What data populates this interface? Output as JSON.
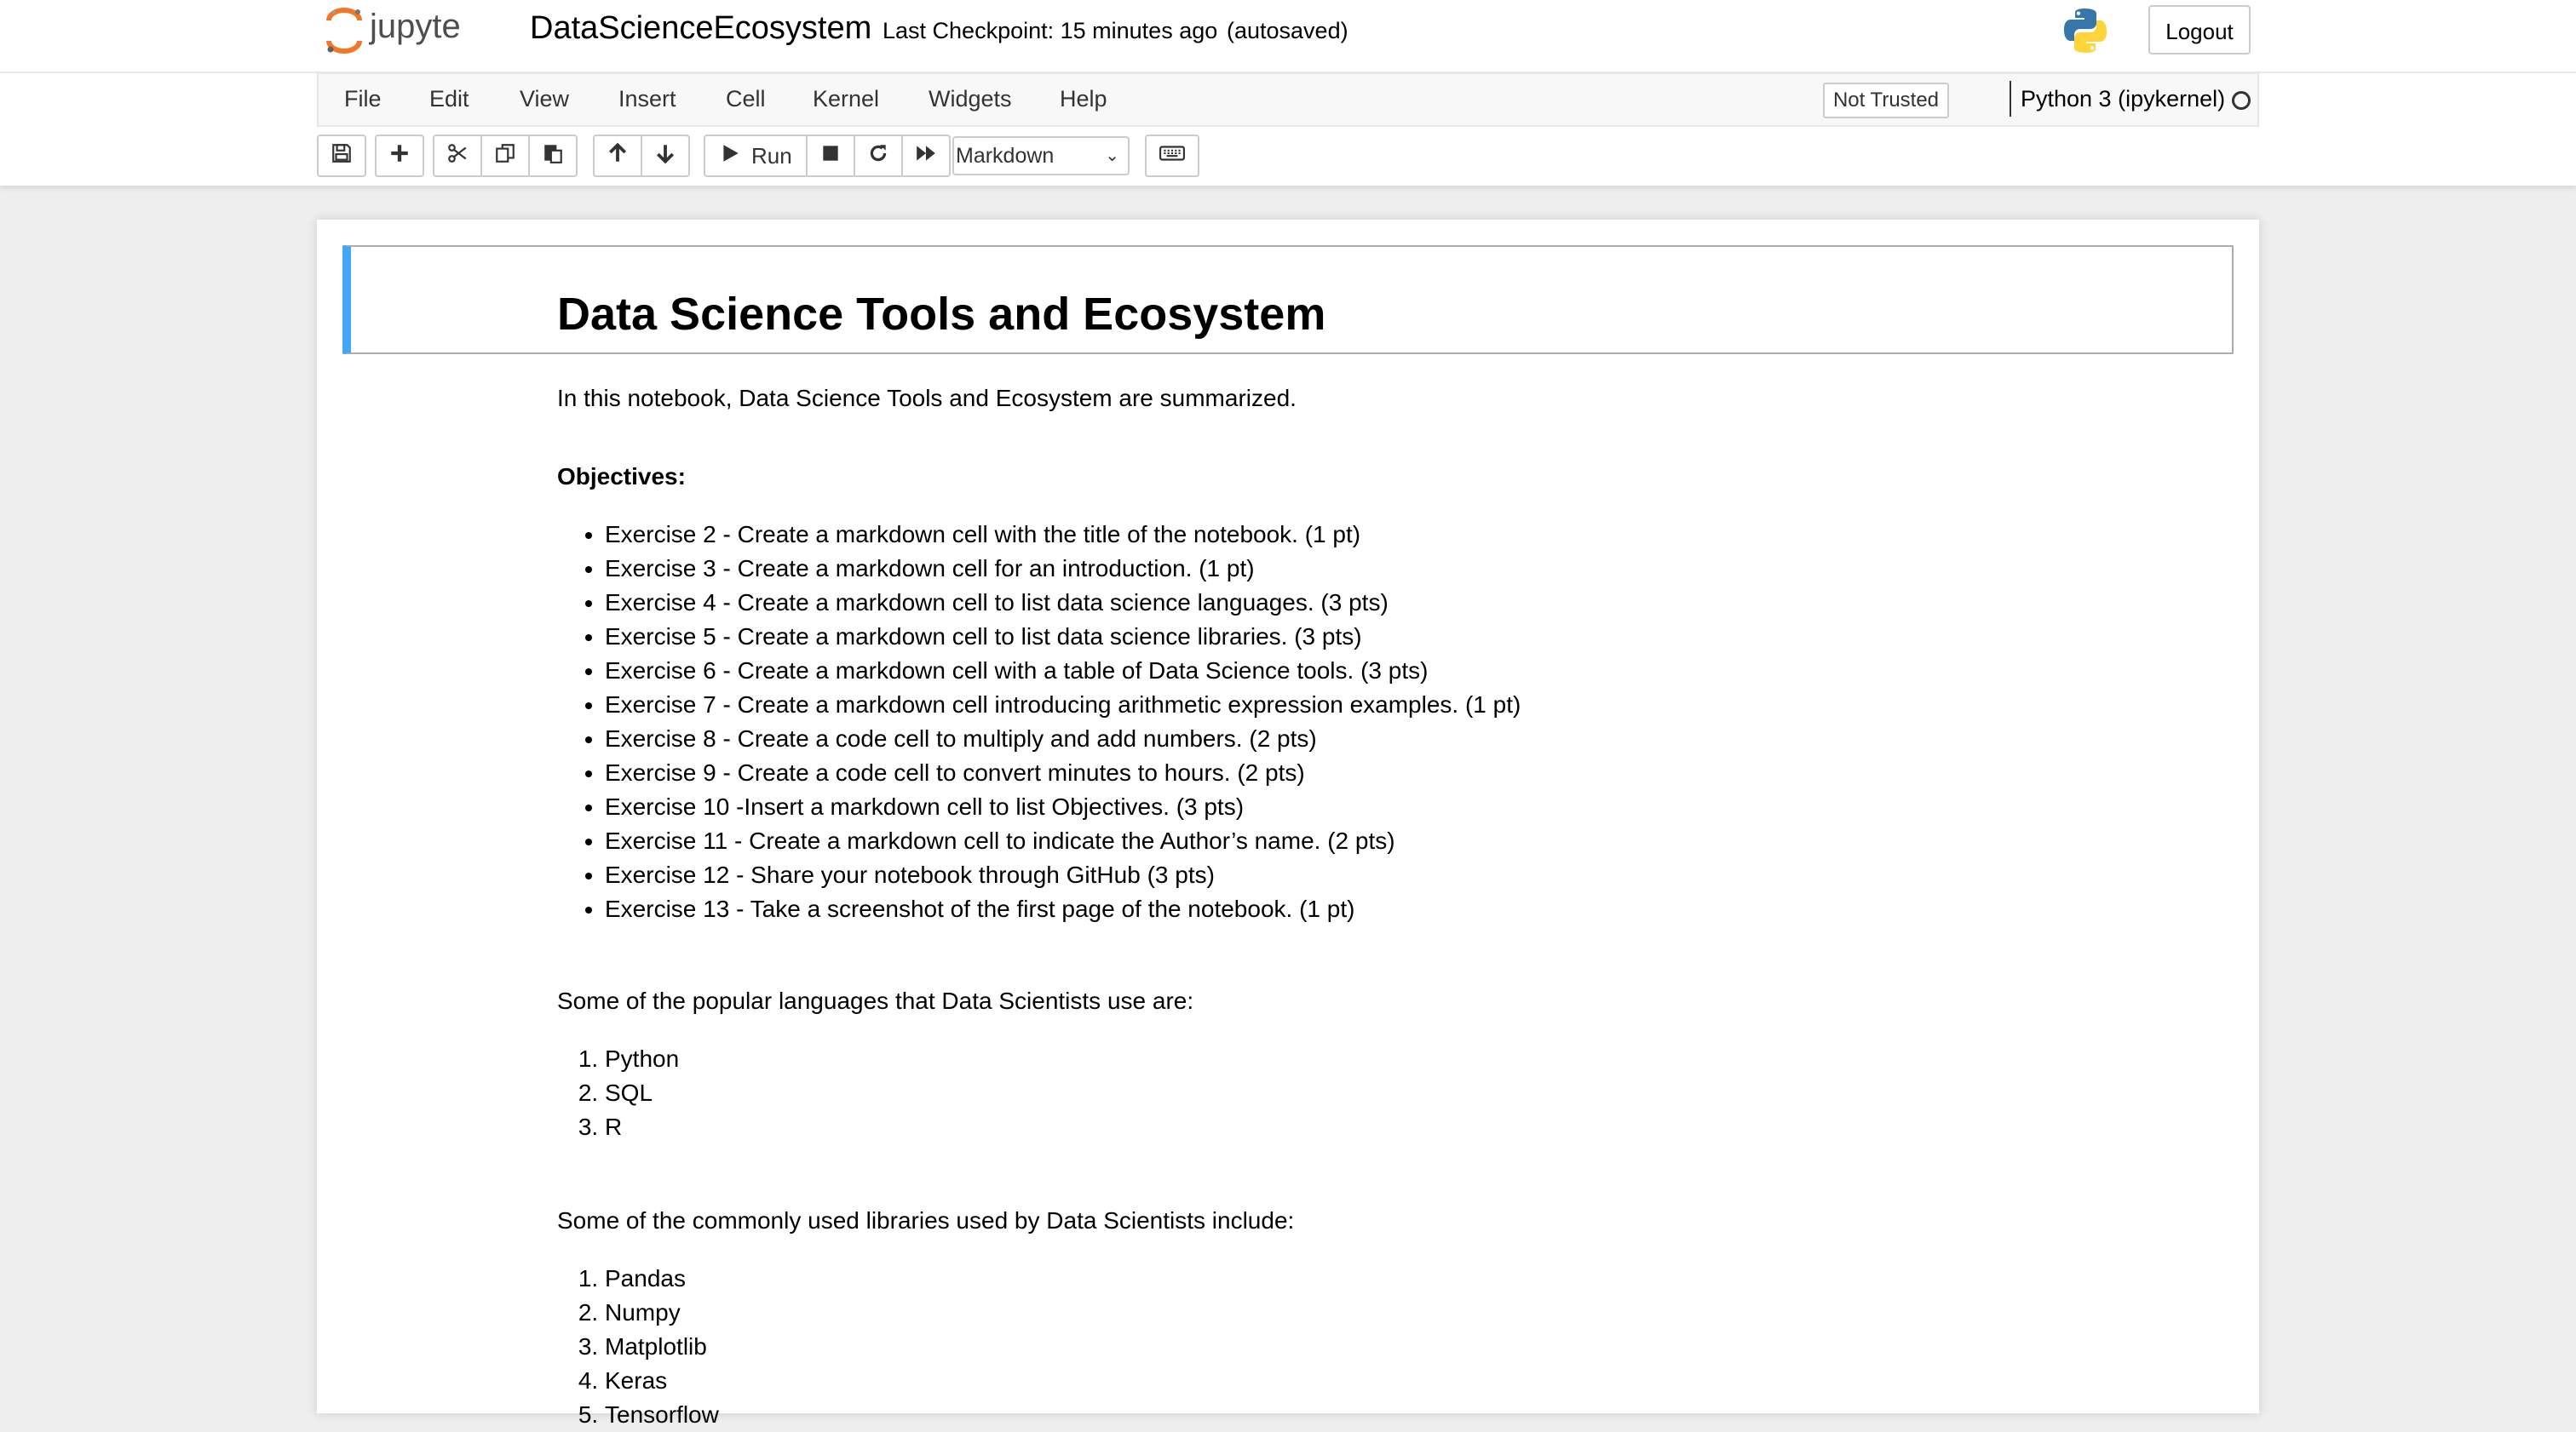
{
  "header": {
    "logo_text": "jupyter",
    "notebook_name": "DataScienceEcosystem",
    "checkpoint": "Last Checkpoint: 15 minutes ago",
    "autosave": "(autosaved)",
    "logout_label": "Logout"
  },
  "menubar": {
    "items": [
      "File",
      "Edit",
      "View",
      "Insert",
      "Cell",
      "Kernel",
      "Widgets",
      "Help"
    ],
    "trust_label": "Not Trusted",
    "kernel_name": "Python 3 (ipykernel)"
  },
  "toolbar": {
    "run_label": "Run",
    "cell_type": "Markdown",
    "icons": [
      "save-icon",
      "plus-icon",
      "cut-icon",
      "copy-icon",
      "paste-icon",
      "arrow-up-icon",
      "arrow-down-icon",
      "play-icon",
      "stop-icon",
      "restart-icon",
      "fast-forward-icon",
      "keyboard-icon"
    ]
  },
  "notebook": {
    "title": "Data Science Tools and Ecosystem",
    "intro": "In this notebook, Data Science Tools and Ecosystem are summarized.",
    "objectives_heading": "Objectives:",
    "objectives": [
      "Exercise 2 - Create a markdown cell with the title of the notebook. (1 pt)",
      "Exercise 3 - Create a markdown cell for an introduction. (1 pt)",
      "Exercise 4 - Create a markdown cell to list data science languages. (3 pts)",
      "Exercise 5 - Create a markdown cell to list data science libraries. (3 pts)",
      "Exercise 6 - Create a markdown cell with a table of Data Science tools. (3 pts)",
      "Exercise 7 - Create a markdown cell introducing arithmetic expression examples. (1 pt)",
      "Exercise 8 - Create a code cell to multiply and add numbers. (2 pts)",
      "Exercise 9 - Create a code cell to convert minutes to hours. (2 pts)",
      "Exercise 10 -Insert a markdown cell to list Objectives. (3 pts)",
      "Exercise 11 - Create a markdown cell to indicate the Author’s name. (2 pts)",
      "Exercise 12 - Share your notebook through GitHub (3 pts)",
      "Exercise 13 - Take a screenshot of the first page of the notebook. (1 pt)"
    ],
    "languages_intro": "Some of the popular languages that Data Scientists use are:",
    "languages": [
      "Python",
      "SQL",
      "R"
    ],
    "libraries_intro": "Some of the commonly used libraries used by Data Scientists include:",
    "libraries": [
      "Pandas",
      "Numpy",
      "Matplotlib",
      "Keras",
      "Tensorflow"
    ]
  },
  "colors": {
    "selected_cell_accent": "#42a5f5",
    "jupyter_orange": "#f37726",
    "python_blue": "#3776ab",
    "python_yellow": "#ffd43b"
  }
}
